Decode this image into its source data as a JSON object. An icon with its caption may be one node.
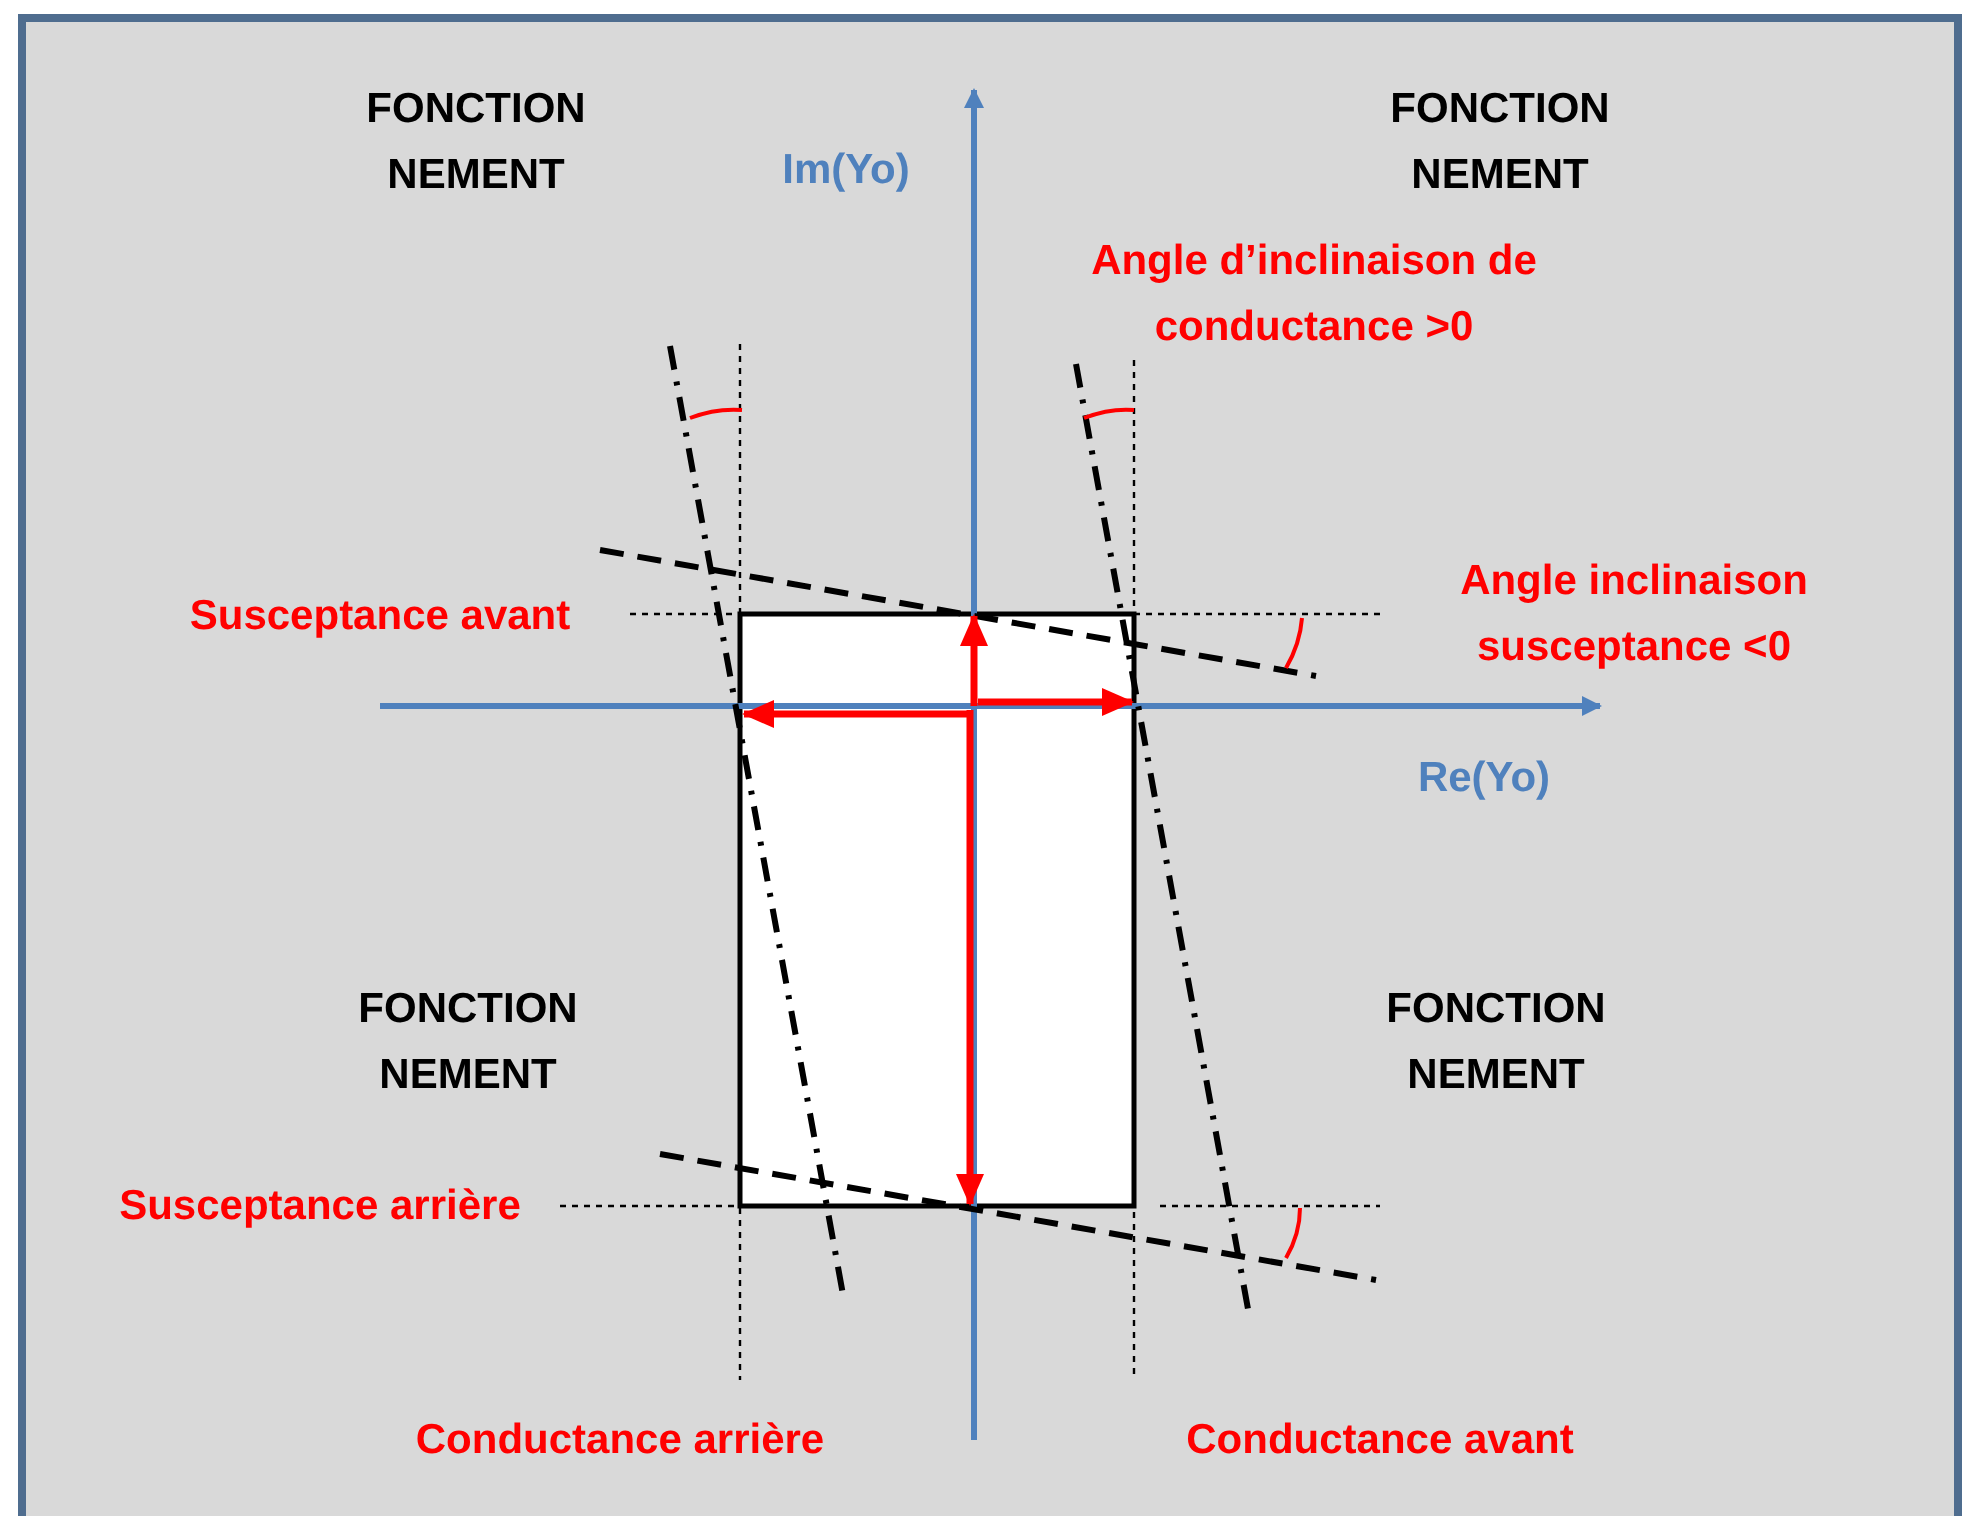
{
  "diagram": {
    "labels": [
      "FONCTION NEMENT",
      "Im(Yo)",
      "FONCTION NEMENT",
      "Angle d’inclinaison de conductance >0",
      "Susceptance avant",
      "Angle inclinaison susceptance <0",
      "Re(Yo)",
      "FONCTION NEMENT",
      "FONCTION NEMENT",
      "Susceptance arrière",
      "Conductance arrière",
      "Conductance avant"
    ]
  }
}
